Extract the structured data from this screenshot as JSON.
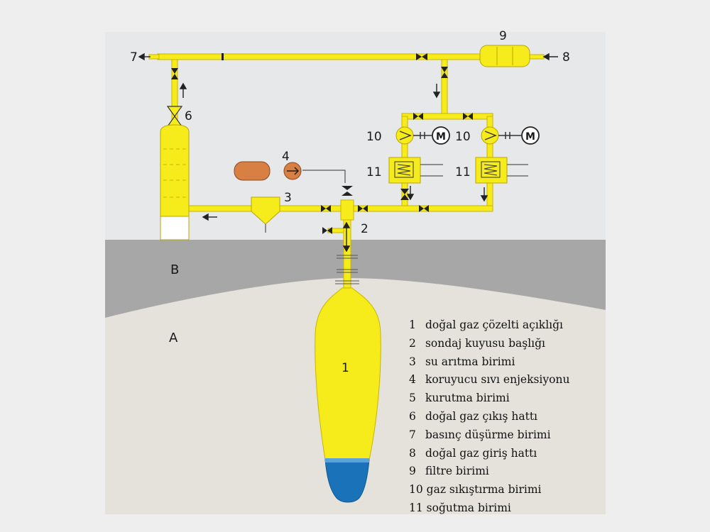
{
  "labels": {
    "tank_num": "1",
    "wellhead_num": "2",
    "water_treatment_num": "3",
    "injection_num": "4",
    "dryer_num": "6",
    "outlet_num": "7",
    "inlet_num": "8",
    "filter_num": "9",
    "compressor_left_num": "10",
    "compressor_right_num": "10",
    "cooler_left_num": "11",
    "cooler_right_num": "11",
    "motor_left": "M",
    "motor_right": "M",
    "layer_b": "B",
    "layer_a": "A"
  },
  "legend": [
    {
      "num": "1",
      "text": "doğal gaz çözelti açıklığı"
    },
    {
      "num": "2",
      "text": "sondaj kuyusu başlığı"
    },
    {
      "num": "3",
      "text": "su arıtma birimi"
    },
    {
      "num": "4",
      "text": "koruyucu sıvı enjeksiyonu"
    },
    {
      "num": "5",
      "text": "kurutma birimi"
    },
    {
      "num": "6",
      "text": "doğal gaz çıkış hattı"
    },
    {
      "num": "7",
      "text": "basınç düşürme birimi"
    },
    {
      "num": "8",
      "text": "doğal gaz giriş hattı"
    },
    {
      "num": "9",
      "text": "filtre birimi"
    },
    {
      "num": "10",
      "text": "gaz sıkıştırma birimi"
    },
    {
      "num": "11",
      "text": "soğutma birimi"
    }
  ],
  "colors": {
    "background": "#eeeeee",
    "sky": "#e6e8ea",
    "ground_b": "#a7a7a7",
    "ground_a": "#e4e2db",
    "pipe": "#f6ec1c",
    "pipe_edge": "#c9b400",
    "brine": "#1a73b8",
    "injection_tank": "#d87f44",
    "text": "#1a1a1a"
  }
}
